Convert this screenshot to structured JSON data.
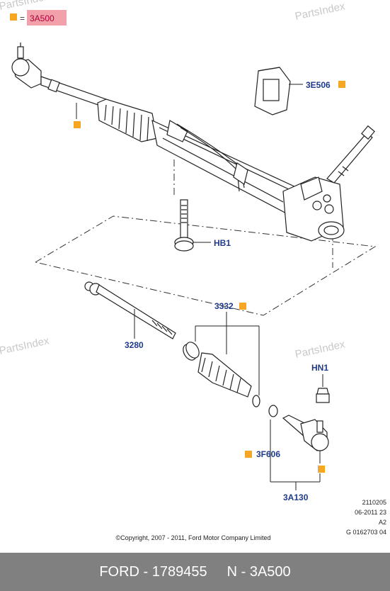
{
  "legend": {
    "code": "3A500",
    "equals": "="
  },
  "watermarks": [
    "PartsIndex",
    "PartsIndex",
    "PartsIndex",
    "PartsIndex"
  ],
  "callouts": {
    "p3E506": "3E506",
    "hb1": "HB1",
    "p3332": "3332",
    "p3280": "3280",
    "hn1": "HN1",
    "p3F606": "3F606",
    "p3A130": "3A130"
  },
  "ref": [
    "2110205",
    "06-2011 23",
    "A2",
    "G 0162703 04"
  ],
  "copyright": "©Copyright, 2007 - 2011, Ford Motor Company Limited",
  "footer": {
    "brand_part": "FORD - 1789455",
    "code": "N - 3A500"
  },
  "colors": {
    "marker": "#f5a623",
    "callout": "#1f3a8a",
    "legend_bg": "#f2a0aa",
    "footer_bg": "#808080"
  }
}
